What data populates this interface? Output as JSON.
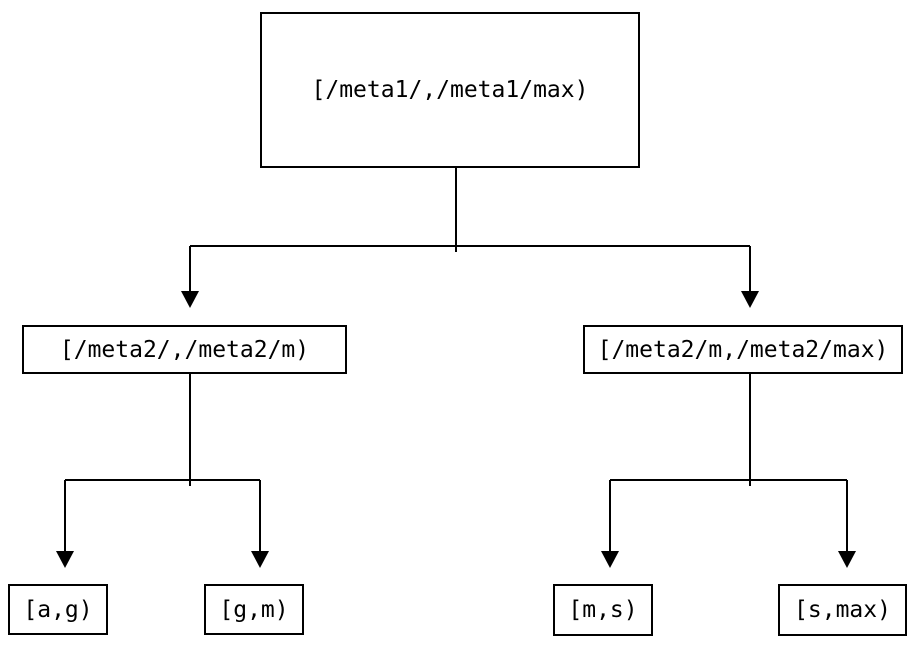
{
  "diagram": {
    "type": "tree",
    "colors": {
      "background": "#ffffff",
      "line": "#000000",
      "text": "#000000"
    },
    "nodes": {
      "root": {
        "label": "[/meta1/,/meta1/max)"
      },
      "left": {
        "label": "[/meta2/,/meta2/m)"
      },
      "right": {
        "label": "[/meta2/m,/meta2/max)"
      },
      "leaf_ag": {
        "label": "[a,g)"
      },
      "leaf_gm": {
        "label": "[g,m)"
      },
      "leaf_ms": {
        "label": "[m,s)"
      },
      "leaf_smax": {
        "label": "[s,max)"
      }
    },
    "edges": [
      {
        "from": "root",
        "to": "left"
      },
      {
        "from": "root",
        "to": "right"
      },
      {
        "from": "left",
        "to": "leaf_ag"
      },
      {
        "from": "left",
        "to": "leaf_gm"
      },
      {
        "from": "right",
        "to": "leaf_ms"
      },
      {
        "from": "right",
        "to": "leaf_smax"
      }
    ]
  }
}
